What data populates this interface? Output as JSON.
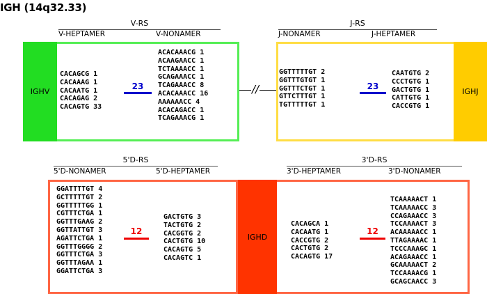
{
  "title": "IGH (14q32.33)",
  "colors": {
    "ighv": "#22dd22",
    "ighv_border": "#55ee55",
    "ighj": "#ffcc00",
    "ighj_border": "#ffdd44",
    "ighd": "#ff3300",
    "d_border": "#ff6644",
    "spacer_blue": "#0000cc",
    "spacer_red": "#ee0000"
  },
  "v_rs": {
    "group": "V-RS",
    "col_heptamer": "V-HEPTAMER",
    "col_nonamer": "V-NONAMER",
    "gene": "IGHV",
    "spacer": "23",
    "heptamers": "CACAGCG 1\nCACAAAG 1\nCACAATG 1\nCACAGAG 2\nCACAGTG 33",
    "nonamers": "ACACAAACG 1\nACAAGAACC 1\nTCTAAAACC 1\nGCAGAAACC 1\nTCAGAAACC 8\nACACAAACC 16\nAAAAAACC 4\nACACAGACC 1\nTCAGAAACG 1"
  },
  "break_symbol": "//",
  "j_rs": {
    "group": "J-RS",
    "col_nonamer": "J-NONAMER",
    "col_heptamer": "J-HEPTAMER",
    "gene": "IGHJ",
    "spacer": "23",
    "nonamers": "GGTTTTTGT 2\nGGTTTGTGT 1\nGGTTTCTGT 1\nGTTCTTTGT 1\nTGTTTTTGT 1",
    "heptamers": "CAATGTG 2\nCCCTGTG 1\nGACTGTG 1\nCATTGTG 1\nCACCGTG 1"
  },
  "d5_rs": {
    "group": "5'D-RS",
    "col_nonamer": "5'D-NONAMER",
    "col_heptamer": "5'D-HEPTAMER",
    "spacer": "12",
    "nonamers": "GGATTTTGT 4\nGCTTTTTGT 2\nGGTTTTTGG 1\nCGTTTCTGA 1\nGGTTTGAAG 2\nGGTTATTGT 3\nAGATTCTGA 1\nGGTTTGGGG 2\nGGTTTCTGA 3\nGGTTTAGAA 1\nGGATTCTGA 3",
    "heptamers": "GACTGTG 3\nTACTGTG 2\nCACGGTG 2\nCACTGTG 10\nCACAGTG 5\nCACAGTC 1"
  },
  "gene_d": "IGHD",
  "d3_rs": {
    "group": "3'D-RS",
    "col_heptamer": "3'D-HEPTAMER",
    "col_nonamer": "3'D-NONAMER",
    "spacer": "12",
    "heptamers": "CACAGCA 1\nCACAATG 1\nCACCGTG 2\nCACTGTG 2\nCACAGTG 17",
    "nonamers": "TCAAAAACT 1\nTCAAAAACC 3\nCCAGAAACC 3\nTCCAAAACT 3\nACAAAAACC 1\nTTAGAAAAC 1\nTCCCAAAGC 1\nACAGAAACC 1\nGCAAAAACT 2\nTCCAAAACG 1\nGCAGCAACC 3"
  }
}
